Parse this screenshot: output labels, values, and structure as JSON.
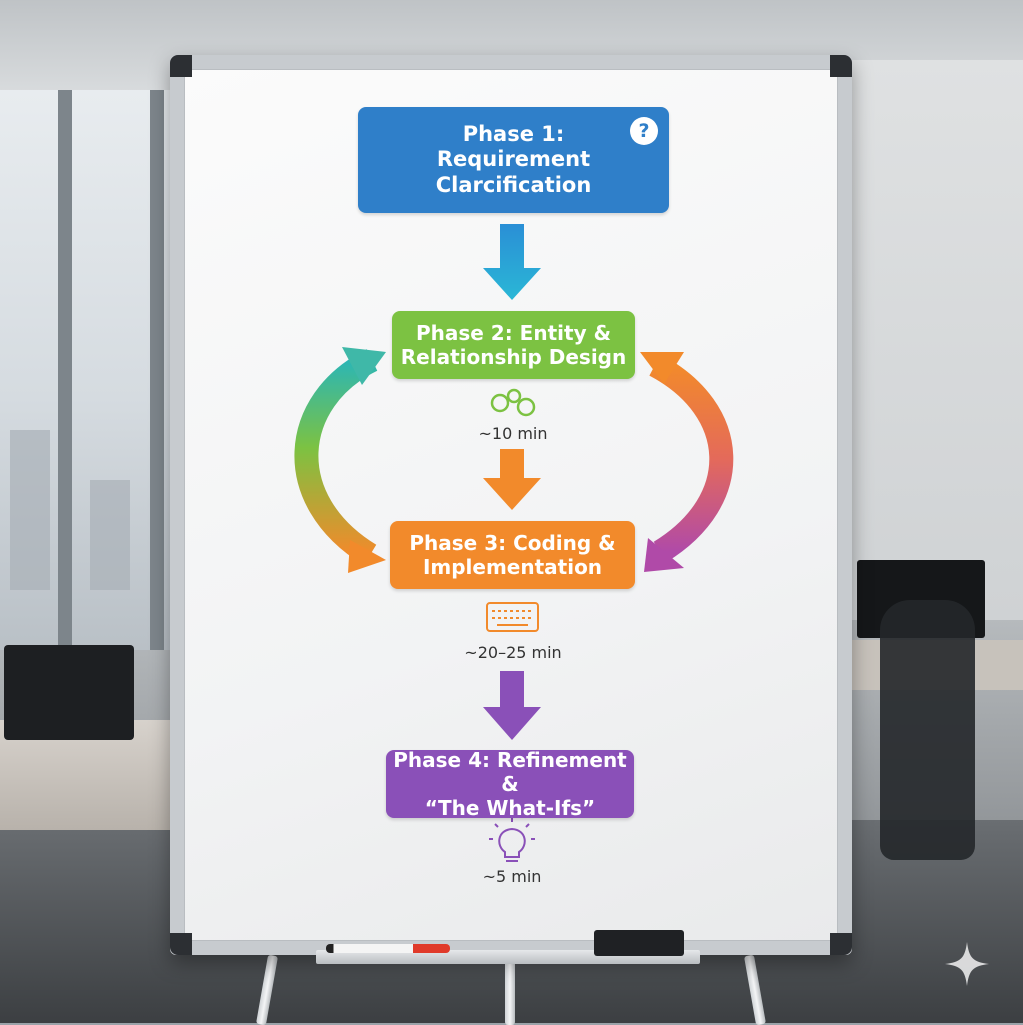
{
  "phases": [
    {
      "lines": [
        "Phase 1:",
        "Requirement",
        "Clarcification"
      ],
      "color": "#2f7fc9"
    },
    {
      "lines": [
        "Phase 2: Entity &",
        "Relationship Design"
      ],
      "color": "#7cc242",
      "duration": "~10 min",
      "icon": "linked-circles-icon"
    },
    {
      "lines": [
        "Phase 3: Coding &",
        "Implementation"
      ],
      "color": "#f28a2b",
      "duration": "~20–25 min",
      "icon": "keyboard-icon"
    },
    {
      "lines": [
        "Phase 4: Refinement &",
        "“The What-Ifs”"
      ],
      "color": "#8a50b8",
      "duration": "~5 min",
      "icon": "lightbulb-icon"
    }
  ],
  "help_icon_glyph": "?",
  "colors": {
    "arrow_1": "#2aa9d6",
    "arrow_2": "#f28a2b",
    "arrow_3": "#8a50b8"
  }
}
